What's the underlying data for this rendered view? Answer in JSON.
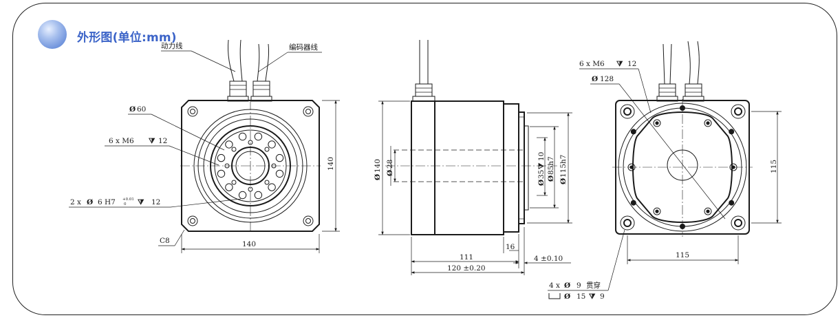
{
  "title": "外形图(单位:mm)",
  "labels": {
    "power_cable": "动力线",
    "encoder_cable": "编码器线"
  },
  "front_view": {
    "bolt_circle_dia": "60",
    "tapped_holes": "6 x  M6",
    "tapped_depth": "12",
    "pin_holes_prefix": "2 x",
    "pin_holes_dia": "6 H7",
    "pin_tol_upper": "+0.01",
    "pin_tol_lower": "0",
    "pin_depth": "12",
    "chamfer": "C8",
    "width": "140",
    "height": "140"
  },
  "side_view": {
    "body_dia": "140",
    "bore_dia": "28",
    "bolt_circle_dia": "35",
    "bolt_circle_depth": "10",
    "pilot_dia": "85h7",
    "flange_dia": "115h7",
    "step_len": "16",
    "body_len": "111",
    "total_len": "120 ±0.20",
    "pilot_len": "4 ±0.10"
  },
  "rear_view": {
    "tapped_holes": "6 x  M6",
    "tapped_depth": "12",
    "pcd": "128",
    "width": "115",
    "height": "115",
    "thru_holes": "4 x",
    "thru_dia": "9",
    "thru_note": "贯穿",
    "cbore_dia": "15",
    "cbore_depth": "9"
  }
}
